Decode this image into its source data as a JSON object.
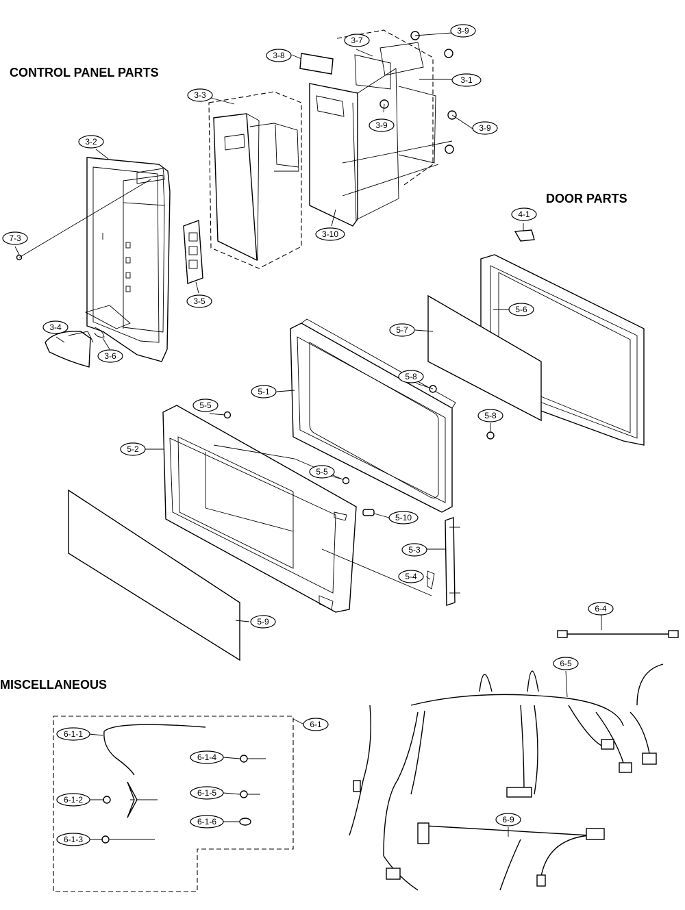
{
  "sections": {
    "control_panel": "CONTROL PANEL PARTS",
    "door": "DOOR  PARTS",
    "misc": "MISCELLANEOUS"
  },
  "callouts": [
    {
      "id": "c-3-1",
      "label": "3-1"
    },
    {
      "id": "c-3-2",
      "label": "3-2"
    },
    {
      "id": "c-3-3",
      "label": "3-3"
    },
    {
      "id": "c-3-4",
      "label": "3-4"
    },
    {
      "id": "c-3-5",
      "label": "3-5"
    },
    {
      "id": "c-3-6",
      "label": "3-6"
    },
    {
      "id": "c-3-7",
      "label": "3-7"
    },
    {
      "id": "c-3-8",
      "label": "3-8"
    },
    {
      "id": "c-3-9a",
      "label": "3-9"
    },
    {
      "id": "c-3-9b",
      "label": "3-9"
    },
    {
      "id": "c-3-9c",
      "label": "3-9"
    },
    {
      "id": "c-3-10",
      "label": "3-10"
    },
    {
      "id": "c-7-3",
      "label": "7-3"
    },
    {
      "id": "c-4-1",
      "label": "4-1"
    },
    {
      "id": "c-5-1",
      "label": "5-1"
    },
    {
      "id": "c-5-2",
      "label": "5-2"
    },
    {
      "id": "c-5-3",
      "label": "5-3"
    },
    {
      "id": "c-5-4",
      "label": "5-4"
    },
    {
      "id": "c-5-5a",
      "label": "5-5"
    },
    {
      "id": "c-5-5b",
      "label": "5-5"
    },
    {
      "id": "c-5-6",
      "label": "5-6"
    },
    {
      "id": "c-5-7",
      "label": "5-7"
    },
    {
      "id": "c-5-8a",
      "label": "5-8"
    },
    {
      "id": "c-5-8b",
      "label": "5-8"
    },
    {
      "id": "c-5-9",
      "label": "5-9"
    },
    {
      "id": "c-5-10",
      "label": "5-10"
    },
    {
      "id": "c-6-1",
      "label": "6-1"
    },
    {
      "id": "c-6-1-1",
      "label": "6-1-1"
    },
    {
      "id": "c-6-1-2",
      "label": "6-1-2"
    },
    {
      "id": "c-6-1-3",
      "label": "6-1-3"
    },
    {
      "id": "c-6-1-4",
      "label": "6-1-4"
    },
    {
      "id": "c-6-1-5",
      "label": "6-1-5"
    },
    {
      "id": "c-6-1-6",
      "label": "6-1-6"
    },
    {
      "id": "c-6-4",
      "label": "6-4"
    },
    {
      "id": "c-6-5",
      "label": "6-5"
    },
    {
      "id": "c-6-9",
      "label": "6-9"
    }
  ]
}
